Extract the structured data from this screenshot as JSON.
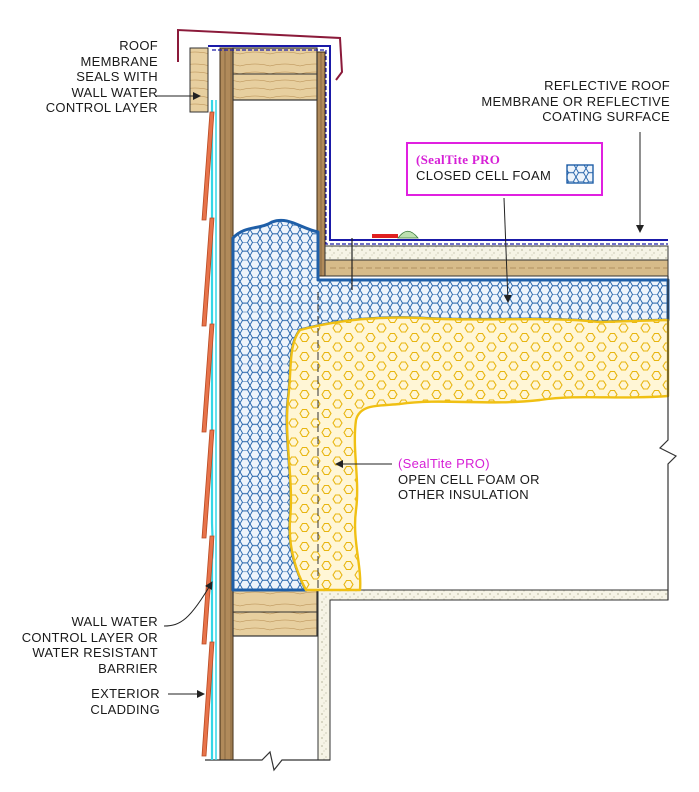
{
  "labels": {
    "roof_membrane_seals": [
      "ROOF",
      "MEMBRANE",
      "SEALS WITH",
      "WALL WATER",
      "CONTROL LAYER"
    ],
    "reflective_roof": [
      "REFLECTIVE ROOF",
      "MEMBRANE OR REFLECTIVE",
      "COATING SURFACE"
    ],
    "closed_cell": {
      "brand": "(SealTite PRO",
      "text": "CLOSED CELL FOAM"
    },
    "open_cell": {
      "brand": "(SealTite PRO)",
      "lines": [
        "OPEN CELL FOAM OR",
        "OTHER INSULATION"
      ]
    },
    "wall_water": [
      "WALL WATER",
      "CONTROL LAYER OR",
      "WATER RESISTANT",
      "BARRIER"
    ],
    "exterior_cladding": [
      "EXTERIOR",
      "CLADDING"
    ]
  },
  "colors": {
    "closed_cell_foam": "#1f5fa8",
    "open_cell_foam": "#f2c318",
    "brand_magenta": "#e020e0",
    "cladding": "#e8734a",
    "wall_water_layer": "#33d6e6",
    "wood": "#c9a977",
    "roof_membrane": "#1a1aa8",
    "flashing": "#8b1a3a"
  }
}
